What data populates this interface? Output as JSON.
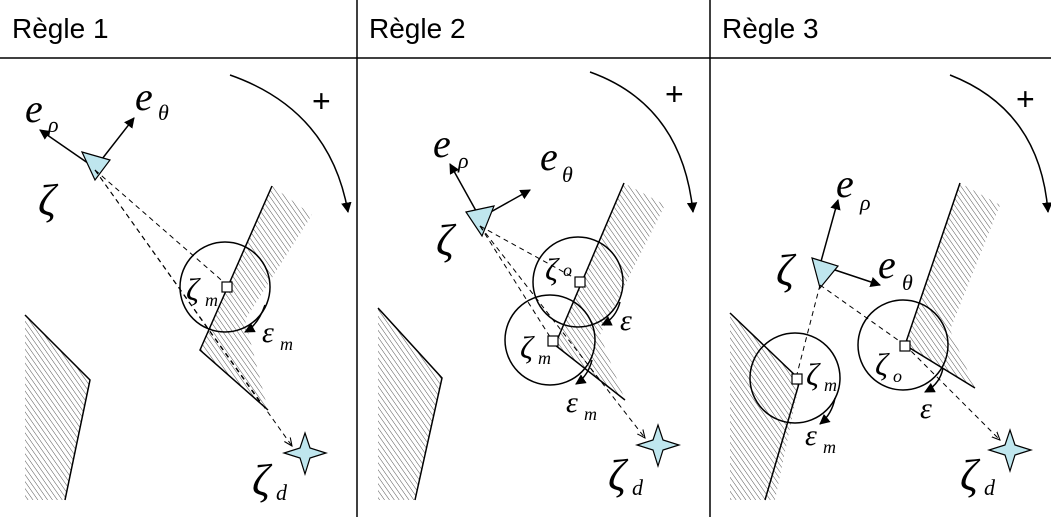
{
  "panels": [
    {
      "title": "Règle 1",
      "labels": {
        "e": "e",
        "rho": "ρ",
        "theta": "θ",
        "plus": "+",
        "zeta": "ζ",
        "zeta_m_base": "ζ",
        "zeta_m_sub": "m",
        "eps_m_base": "ε",
        "eps_m_sub": "m",
        "zeta_d_base": "ζ",
        "zeta_d_sub": "d"
      }
    },
    {
      "title": "Règle 2",
      "labels": {
        "e": "e",
        "rho": "ρ",
        "theta": "θ",
        "plus": "+",
        "zeta": "ζ",
        "zeta_o_base": "ζ",
        "zeta_o_sub": "o",
        "eps": "ε",
        "zeta_m_base": "ζ",
        "zeta_m_sub": "m",
        "eps_m_base": "ε",
        "eps_m_sub": "m",
        "zeta_d_base": "ζ",
        "zeta_d_sub": "d"
      }
    },
    {
      "title": "Règle 3",
      "labels": {
        "e": "e",
        "rho": "ρ",
        "theta": "θ",
        "plus": "+",
        "zeta": "ζ",
        "zeta_m_base": "ζ",
        "zeta_m_sub": "m",
        "zeta_o_base": "ζ",
        "zeta_o_sub": "o",
        "eps": "ε",
        "eps_m_base": "ε",
        "eps_m_sub": "m",
        "zeta_d_base": "ζ",
        "zeta_d_sub": "d"
      }
    }
  ],
  "colors": {
    "robot": "#bfe6ee",
    "goal": "#bfe6ee",
    "stroke": "#000000"
  }
}
